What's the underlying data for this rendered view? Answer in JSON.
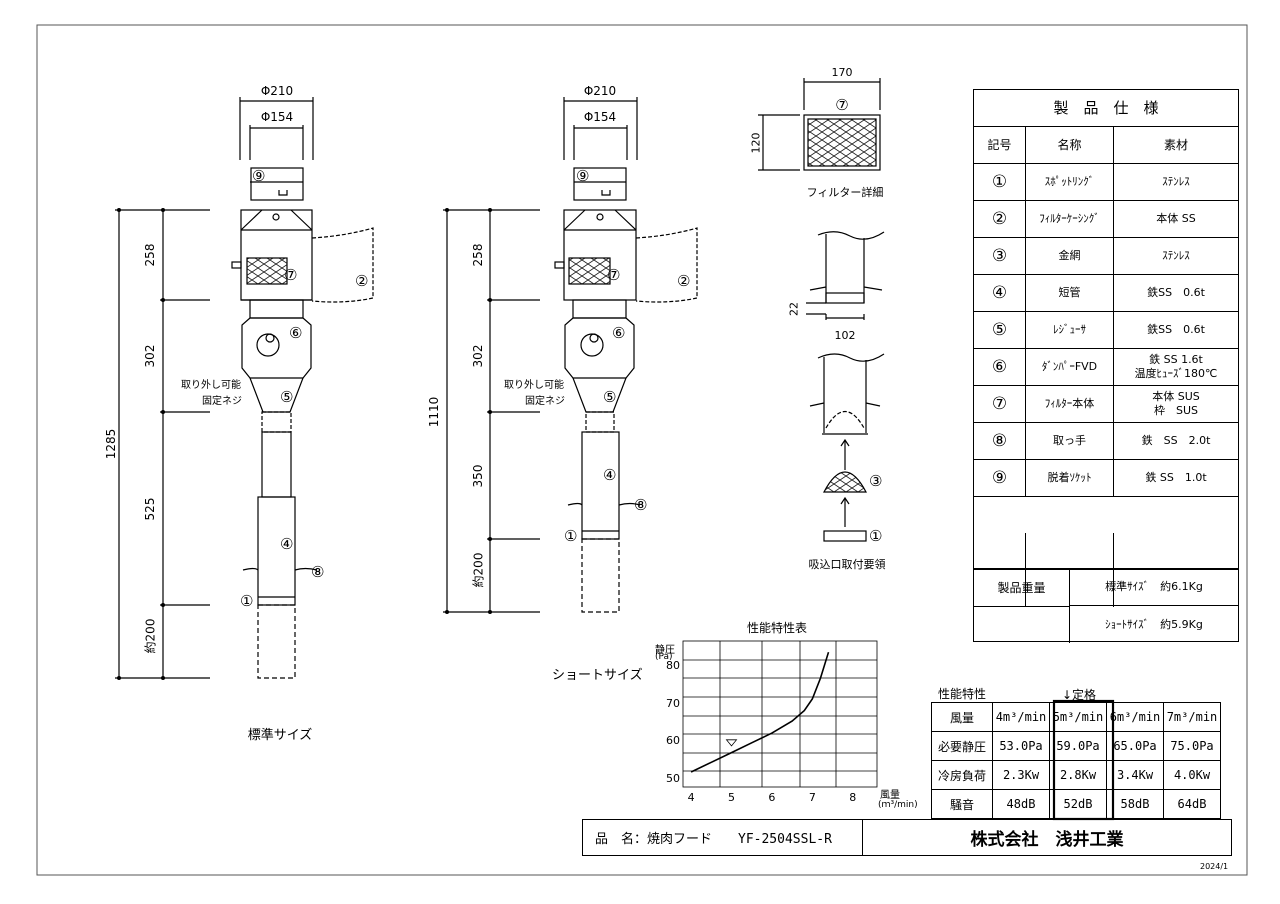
{
  "drawing": {
    "year": "2024/1",
    "standard_label": "標準サイズ",
    "short_label": "ショートサイズ",
    "filter_detail_label": "フィルター詳細",
    "install_label": "吸込口取付要領",
    "removable_label": "取り外し可能",
    "screw_label": "固定ネジ",
    "phi210": "Φ210",
    "phi154": "Φ154",
    "dim_standard": {
      "total": "1285",
      "d258": "258",
      "d302": "302",
      "d525": "525",
      "d200": "約200"
    },
    "dim_short": {
      "total": "1110",
      "d258": "258",
      "d302": "302",
      "d350": "350",
      "d200": "約200"
    },
    "dim_filter": {
      "w": "170",
      "h": "120"
    },
    "dim_install": {
      "gap": "22",
      "w": "102"
    },
    "markers": [
      "①",
      "②",
      "③",
      "④",
      "⑤",
      "⑥",
      "⑦",
      "⑧",
      "⑨"
    ]
  },
  "spec": {
    "title": "製　品　仕　様",
    "headers": {
      "symbol": "記号",
      "name": "名称",
      "material": "素材"
    },
    "rows": [
      {
        "symbol": "①",
        "name": "ｽﾎﾟｯﾄﾘﾝｸﾞ",
        "material": "ｽﾃﾝﾚｽ"
      },
      {
        "symbol": "②",
        "name": "ﾌｨﾙﾀｰｹｰｼﾝｸﾞ",
        "material": "本体 SS"
      },
      {
        "symbol": "③",
        "name": "金網",
        "material": "ｽﾃﾝﾚｽ"
      },
      {
        "symbol": "④",
        "name": "短管",
        "material": "鉄SS　0.6t"
      },
      {
        "symbol": "⑤",
        "name": "ﾚｼﾞｭｰｻ",
        "material": "鉄SS　0.6t"
      },
      {
        "symbol": "⑥",
        "name": "ﾀﾞﾝﾊﾟｰFVD",
        "material": "鉄 SS 1.6t",
        "material2": "温度ﾋｭｰｽﾞ180℃"
      },
      {
        "symbol": "⑦",
        "name": "ﾌｨﾙﾀｰ本体",
        "material": "本体 SUS",
        "material2": "枠　SUS"
      },
      {
        "symbol": "⑧",
        "name": "取っ手",
        "material": "鉄　SS　2.0t"
      },
      {
        "symbol": "⑨",
        "name": "脱着ｿｹｯﾄ",
        "material": "鉄 SS　1.0t"
      }
    ],
    "weight_label": "製品重量",
    "weight_standard": "標準ｻｲｽﾞ　約6.1Kg",
    "weight_short": "ｼｮｰﾄｻｲｽﾞ　約5.9Kg"
  },
  "performance": {
    "title": "性能特性",
    "rated_label": "↓定格",
    "row_labels": [
      "風量",
      "必要静圧",
      "冷房負荷",
      "騒音"
    ],
    "columns": [
      [
        "4m³/min",
        "53.0Pa",
        "2.3Kw",
        "48dB"
      ],
      [
        "5m³/min",
        "59.0Pa",
        "2.8Kw",
        "52dB"
      ],
      [
        "6m³/min",
        "65.0Pa",
        "3.4Kw",
        "58dB"
      ],
      [
        "7m³/min",
        "75.0Pa",
        "4.0Kw",
        "64dB"
      ]
    ]
  },
  "chart_data": {
    "type": "line",
    "title": "性能特性表",
    "ylabel": "静圧",
    "ylabel_unit": "(Pa)",
    "xlabel": "風量",
    "xlabel_unit": "(ｍ³/min)",
    "xlim": [
      3.8,
      8.6
    ],
    "ylim": [
      48,
      87
    ],
    "xticks": [
      "4",
      "5",
      "6",
      "7",
      "8"
    ],
    "yticks": [
      "50",
      "60",
      "70",
      "80"
    ],
    "grid": true,
    "series": [
      {
        "x": [
          4.0,
          4.5,
          5.0,
          5.5,
          6.0,
          6.5,
          6.8,
          7.0,
          7.2,
          7.4
        ],
        "y": [
          52,
          54.6,
          57.2,
          59.8,
          62.4,
          65.6,
          68.4,
          71.5,
          77,
          84
        ]
      }
    ],
    "operating_point": {
      "x": 5.0,
      "y": 59.0
    }
  },
  "title_block": {
    "product_label": "品　名：焼肉フード　　YF-2504SSL-R",
    "company": "株式会社　浅井工業"
  }
}
